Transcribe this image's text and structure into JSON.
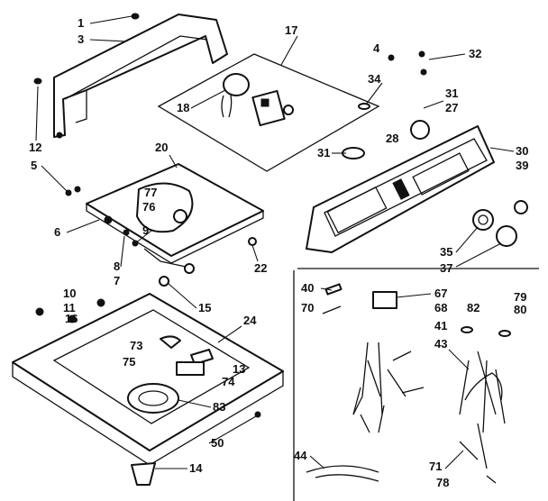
{
  "diagram": {
    "callouts": [
      "1",
      "3",
      "12",
      "5",
      "6",
      "9",
      "8",
      "7",
      "17",
      "18",
      "20",
      "77",
      "76",
      "22",
      "4",
      "32",
      "34",
      "31",
      "27",
      "28",
      "31",
      "30",
      "39",
      "35",
      "37",
      "10",
      "11",
      "16",
      "15",
      "24",
      "73",
      "75",
      "13",
      "74",
      "83",
      "50",
      "14",
      "40",
      "70",
      "67",
      "68",
      "41",
      "43",
      "82",
      "79",
      "80",
      "44",
      "71",
      "78"
    ]
  },
  "colors": {
    "ink": "#111111",
    "paper": "#ffffff"
  }
}
